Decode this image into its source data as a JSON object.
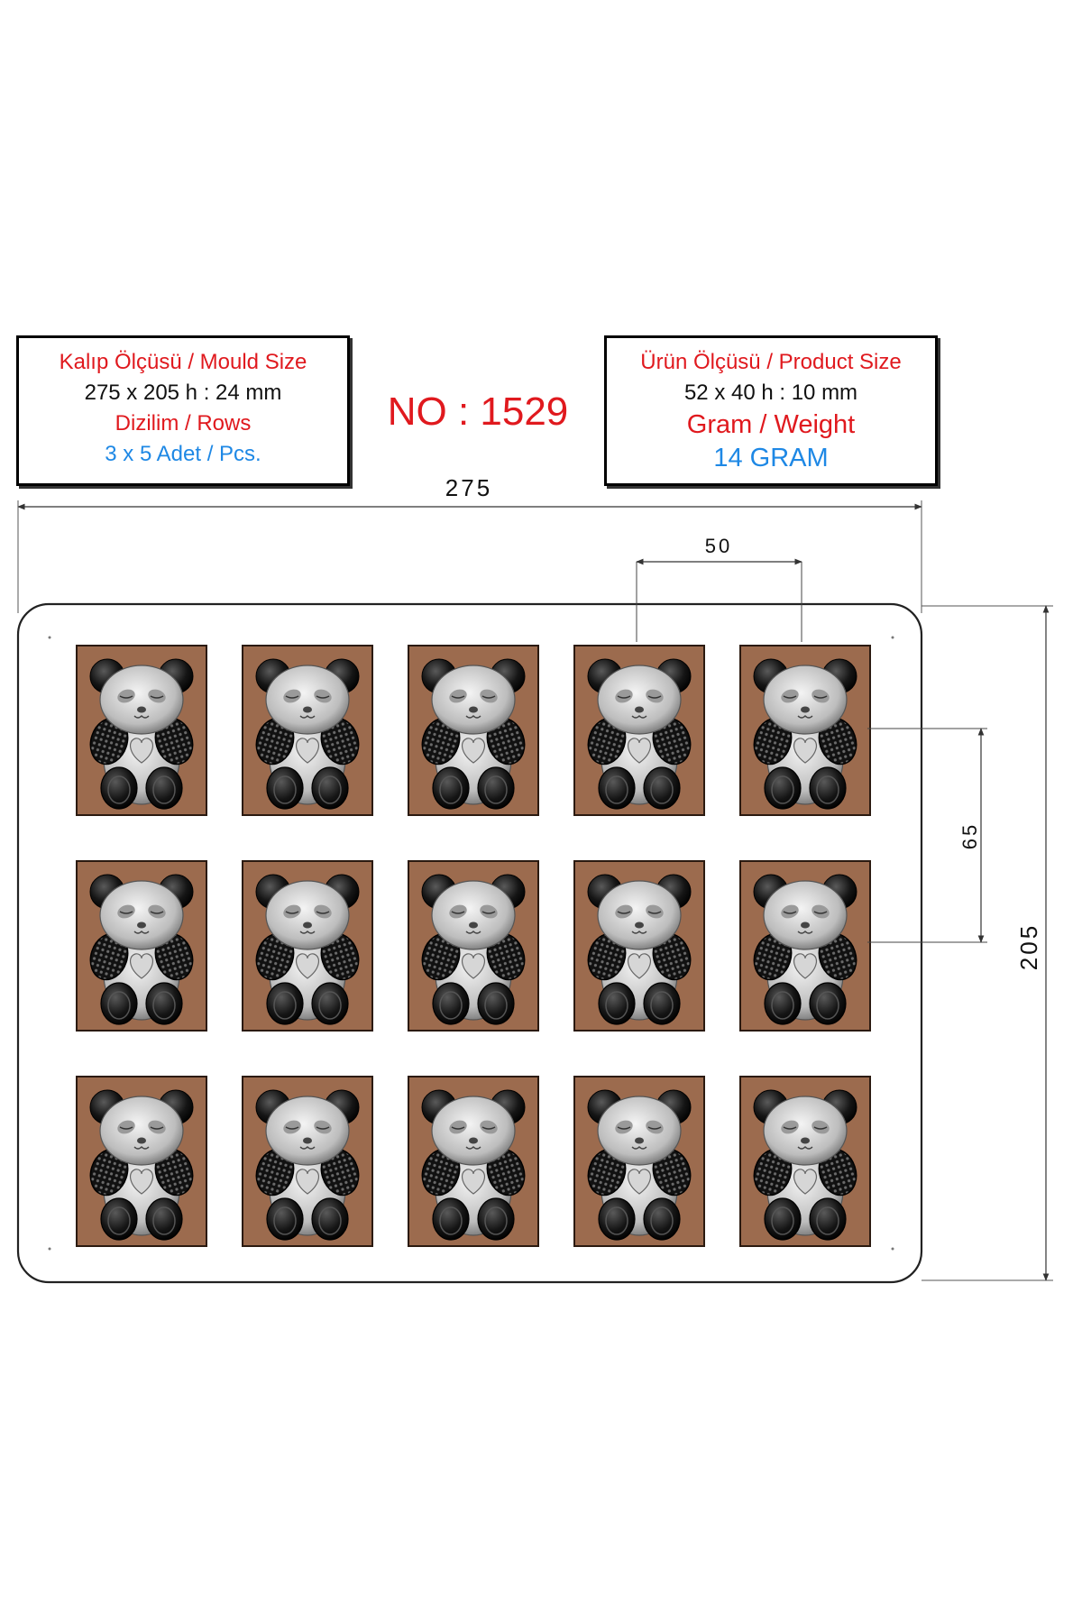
{
  "mould_box": {
    "title": "Kalıp Ölçüsü / Mould Size",
    "size": "275 x 205 h : 24 mm",
    "rows_label": "Dizilim / Rows",
    "rows_value": "3 x 5 Adet / Pcs."
  },
  "model_number": "NO : 1529",
  "product_box": {
    "title": "Ürün Ölçüsü / Product Size",
    "size": "52 x 40 h : 10 mm",
    "weight_label": "Gram / Weight",
    "weight_value": "14 GRAM"
  },
  "dimensions": {
    "width": "275",
    "height": "205",
    "pitch_x": "50",
    "pitch_y": "65"
  },
  "grid": {
    "rows": 3,
    "columns": 5
  },
  "colors": {
    "accent_red": "#e0191e",
    "accent_blue": "#1e88e5",
    "cavity_brown": "#9c6b4e"
  }
}
